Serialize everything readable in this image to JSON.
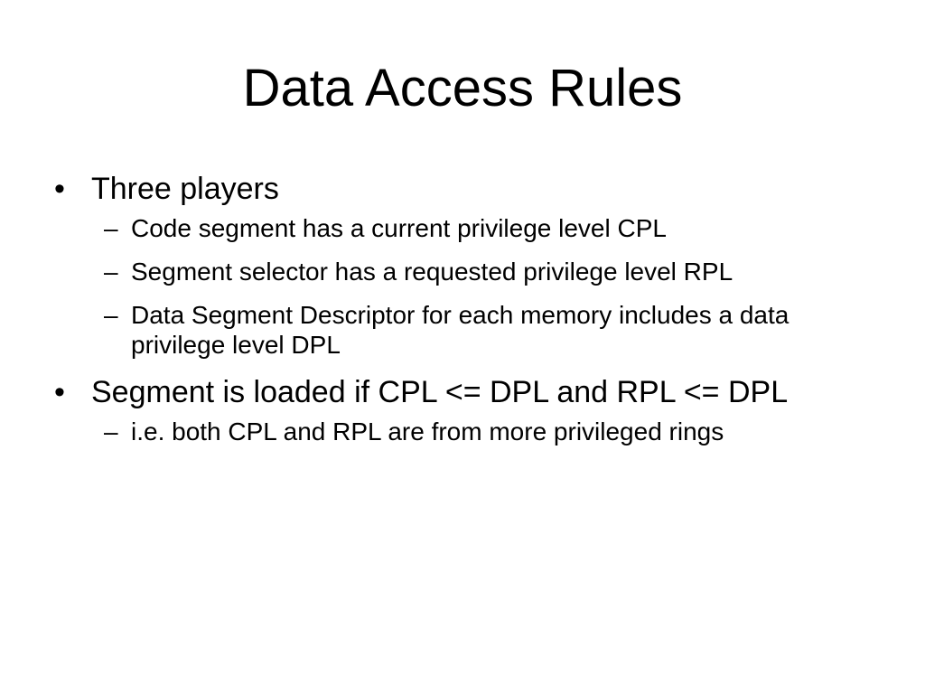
{
  "slide": {
    "title": "Data Access Rules",
    "bullet_marker": "•",
    "sub_marker": "–",
    "bullets": [
      {
        "text": "Three players",
        "subs": [
          "Code segment has a current privilege level CPL",
          "Segment selector has a requested privilege level RPL",
          "Data Segment Descriptor for each memory includes a data privilege level DPL"
        ]
      },
      {
        "text": "Segment is loaded if CPL <= DPL and RPL <= DPL",
        "subs": [
          "i.e. both CPL and RPL are from more privileged rings"
        ]
      }
    ]
  }
}
